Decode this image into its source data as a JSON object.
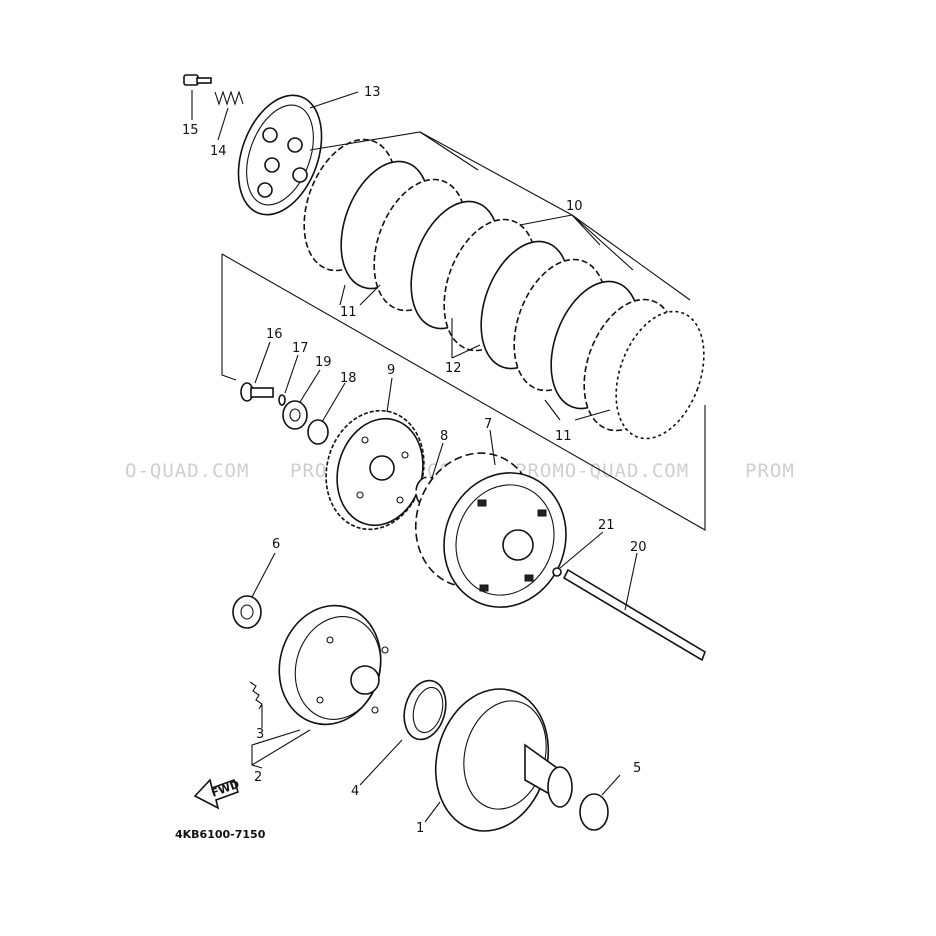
{
  "watermarks": [
    "O-QUAD.COM",
    "PROMO-QUAD.COM",
    "PROMO-QUAD.COM",
    "PROM"
  ],
  "drawing_code": "4KB6100-7150",
  "fwd_label": "FWD",
  "callouts": [
    "1",
    "2",
    "3",
    "4",
    "5",
    "6",
    "7",
    "8",
    "9",
    "10",
    "11",
    "11",
    "11",
    "12",
    "13",
    "14",
    "15",
    "16",
    "17",
    "18",
    "19",
    "20",
    "21"
  ],
  "colors": {
    "ink": "#111111",
    "background": "#ffffff",
    "watermark": "#cfcfcf"
  }
}
